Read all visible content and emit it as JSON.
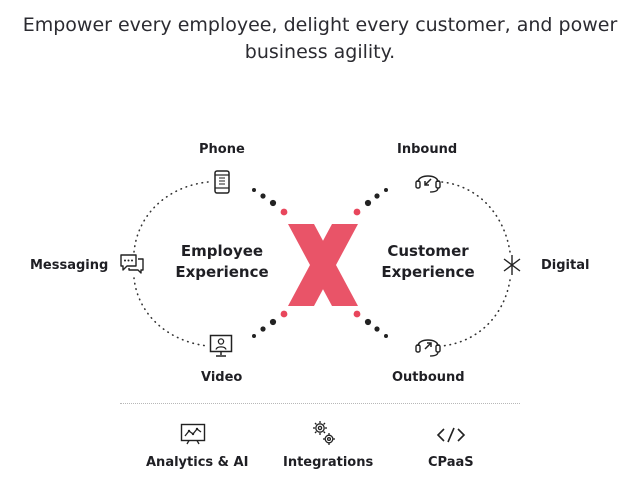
{
  "headline": {
    "line1": "Empower every employee, delight every customer, and power",
    "line2": "business agility."
  },
  "left": {
    "title_line1": "Employee",
    "title_line2": "Experience"
  },
  "right": {
    "title_line1": "Customer",
    "title_line2": "Experience"
  },
  "nodes": {
    "phone": "Phone",
    "messaging": "Messaging",
    "video": "Video",
    "inbound": "Inbound",
    "digital": "Digital",
    "outbound": "Outbound"
  },
  "features": {
    "analytics": "Analytics & AI",
    "integrations": "Integrations",
    "cpaas": "CPaaS"
  },
  "colors": {
    "accent": "#e8465c",
    "text": "#1f1f24"
  }
}
